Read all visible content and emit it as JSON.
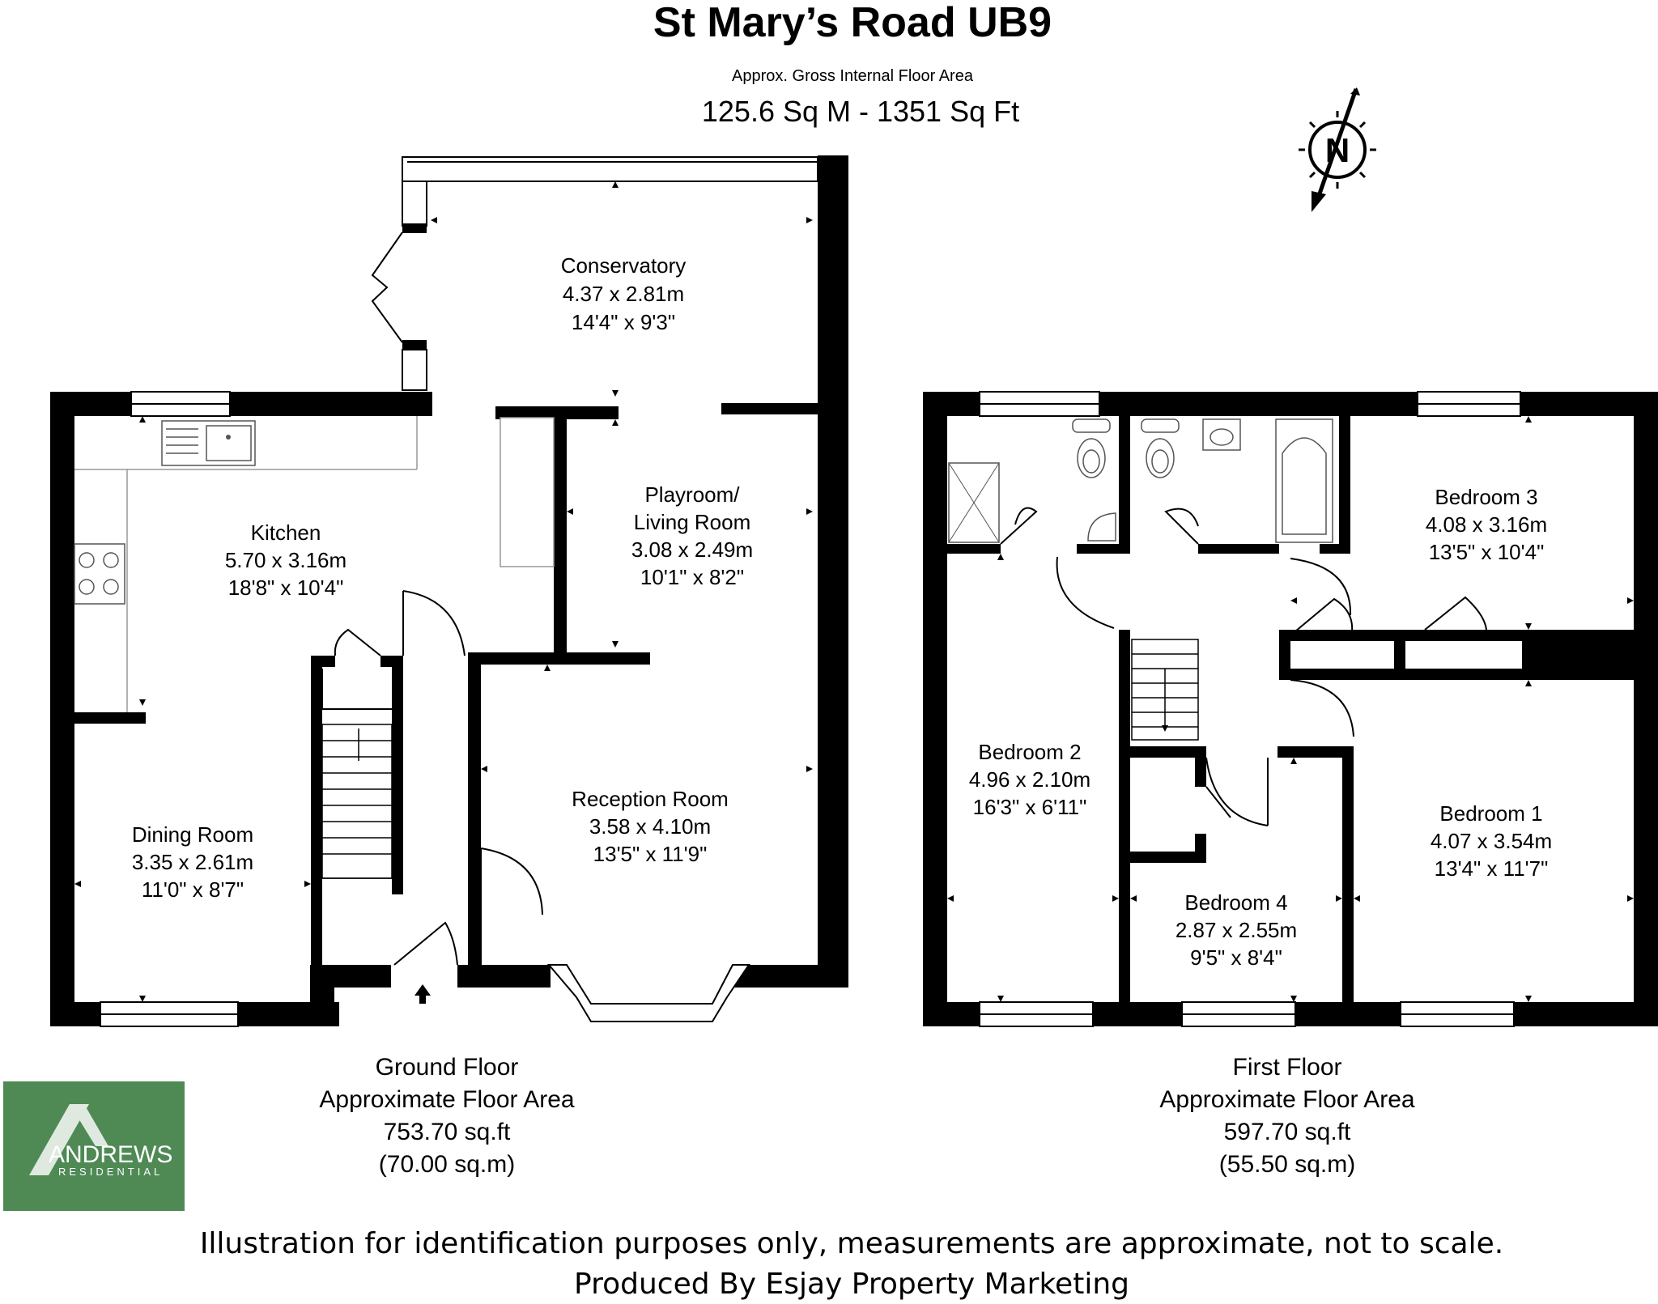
{
  "header": {
    "title": "St Mary’s Road UB9",
    "subtitle": "Approx. Gross Internal Floor Area",
    "total_area": "125.6 Sq M - 1351 Sq Ft"
  },
  "compass": {
    "letter": "N",
    "icon": "north-compass-icon"
  },
  "rooms": {
    "conservatory": {
      "name": "Conservatory",
      "metric": "4.37 x 2.81m",
      "imperial": "14'4\" x 9'3\""
    },
    "playroom": {
      "name_line1": "Playroom/",
      "name_line2": "Living Room",
      "metric": "3.08 x 2.49m",
      "imperial": "10'1\" x 8'2\""
    },
    "kitchen": {
      "name": "Kitchen",
      "metric": "5.70 x 3.16m",
      "imperial": "18'8\" x 10'4\""
    },
    "reception": {
      "name": "Reception Room",
      "metric": "3.58 x 4.10m",
      "imperial": "13'5\" x 11'9\""
    },
    "dining": {
      "name": "Dining Room",
      "metric": "3.35 x 2.61m",
      "imperial": "11'0\" x 8'7\""
    },
    "bedroom1": {
      "name": "Bedroom 1",
      "metric": "4.07 x 3.54m",
      "imperial": "13'4\" x 11'7\""
    },
    "bedroom2": {
      "name": "Bedroom 2",
      "metric": "4.96 x 2.10m",
      "imperial": "16'3\" x 6'11\""
    },
    "bedroom3": {
      "name": "Bedroom 3",
      "metric": "4.08 x 3.16m",
      "imperial": "13'5\" x 10'4\""
    },
    "bedroom4": {
      "name": "Bedroom 4",
      "metric": "2.87 x 2.55m",
      "imperial": "9'5\" x 8'4\""
    }
  },
  "floors": {
    "ground": {
      "name": "Ground Floor",
      "caption": "Approximate Floor Area",
      "sqft": "753.70 sq.ft",
      "sqm": "(70.00 sq.m)"
    },
    "first": {
      "name": "First Floor",
      "caption": "Approximate Floor Area",
      "sqft": "597.70 sq.ft",
      "sqm": "(55.50 sq.m)"
    }
  },
  "logo": {
    "name": "ANDREWS",
    "tagline": "RESIDENTIAL",
    "color": "#4f8a55"
  },
  "footer": {
    "line1": "Illustration for identification purposes only, measurements are approximate, not to scale.",
    "line2": "Produced By Esjay Property Marketing"
  }
}
